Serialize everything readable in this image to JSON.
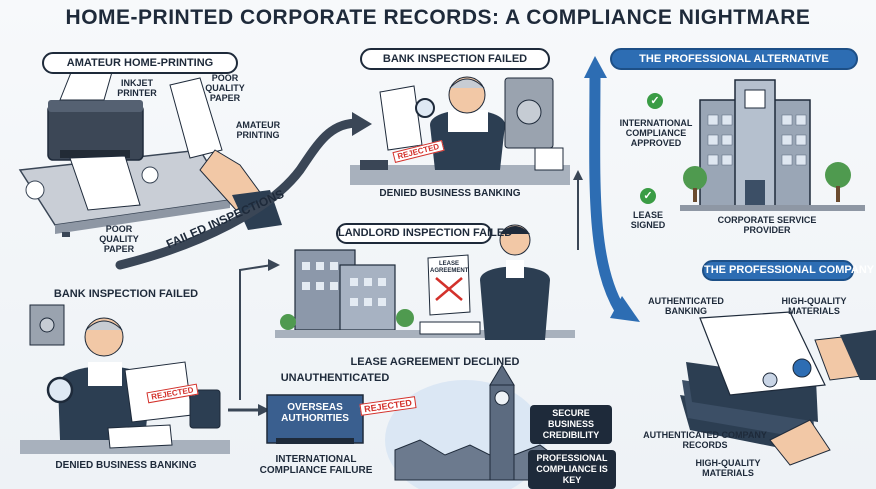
{
  "title": "HOME-PRINTED CORPORATE RECORDS: A COMPLIANCE NIGHTMARE",
  "sections": {
    "amateur": {
      "heading": "AMATEUR HOME-PRINTING",
      "inkjet_printer": "INKJET PRINTER",
      "poor_quality_paper_top": "POOR QUALITY PAPER",
      "amateur_printing": "AMATEUR PRINTING",
      "poor_quality_paper_bottom": "POOR QUALITY PAPER",
      "failed_inspections": "FAILED INSPECTIONS"
    },
    "bank_top": {
      "heading": "BANK INSPECTION FAILED",
      "stamp": "REJECTED",
      "caption": "DENIED BUSINESS BANKING"
    },
    "professional": {
      "heading": "THE PROFESSIONAL ALTERNATIVE",
      "intl_approved": "INTERNATIONAL COMPLIANCE APPROVED",
      "lease_signed": "LEASE SIGNED",
      "provider": "CORPORATE SERVICE PROVIDER"
    },
    "landlord": {
      "heading": "LANDLORD INSPECTION FAILED",
      "doc_title": "LEASE AGREEMENT",
      "caption": "LEASE AGREEMENT DECLINED"
    },
    "bank_bottom": {
      "heading": "BANK INSPECTION FAILED",
      "stamp": "REJECTED",
      "caption": "DENIED BUSINESS BANKING"
    },
    "overseas": {
      "unauthenticated": "UNAUTHENTICATED",
      "authorities": "OVERSEAS AUTHORITIES",
      "stamp": "REJECTED",
      "caption": "INTERNATIONAL COMPLIANCE FAILURE"
    },
    "london": {
      "secure": "SECURE BUSINESS CREDIBILITY",
      "professional": "PROFESSIONAL COMPLIANCE IS KEY"
    },
    "records": {
      "heading": "THE PROFESSIONAL COMPANY RECCORDS",
      "auth_banking": "AUTHENTICATED BANKING",
      "hq_materials_top": "HIGH-QUALITY MATERIALS",
      "auth_records": "AUTHENTICATED COMPANY RECORDS",
      "hq_materials_bottom": "HIGH-QUALITY MATERIALS"
    }
  },
  "colors": {
    "navy": "#1e2a3a",
    "blue": "#2d6db3",
    "reject_red": "#d3312b",
    "approve_green": "#3a9c45"
  }
}
